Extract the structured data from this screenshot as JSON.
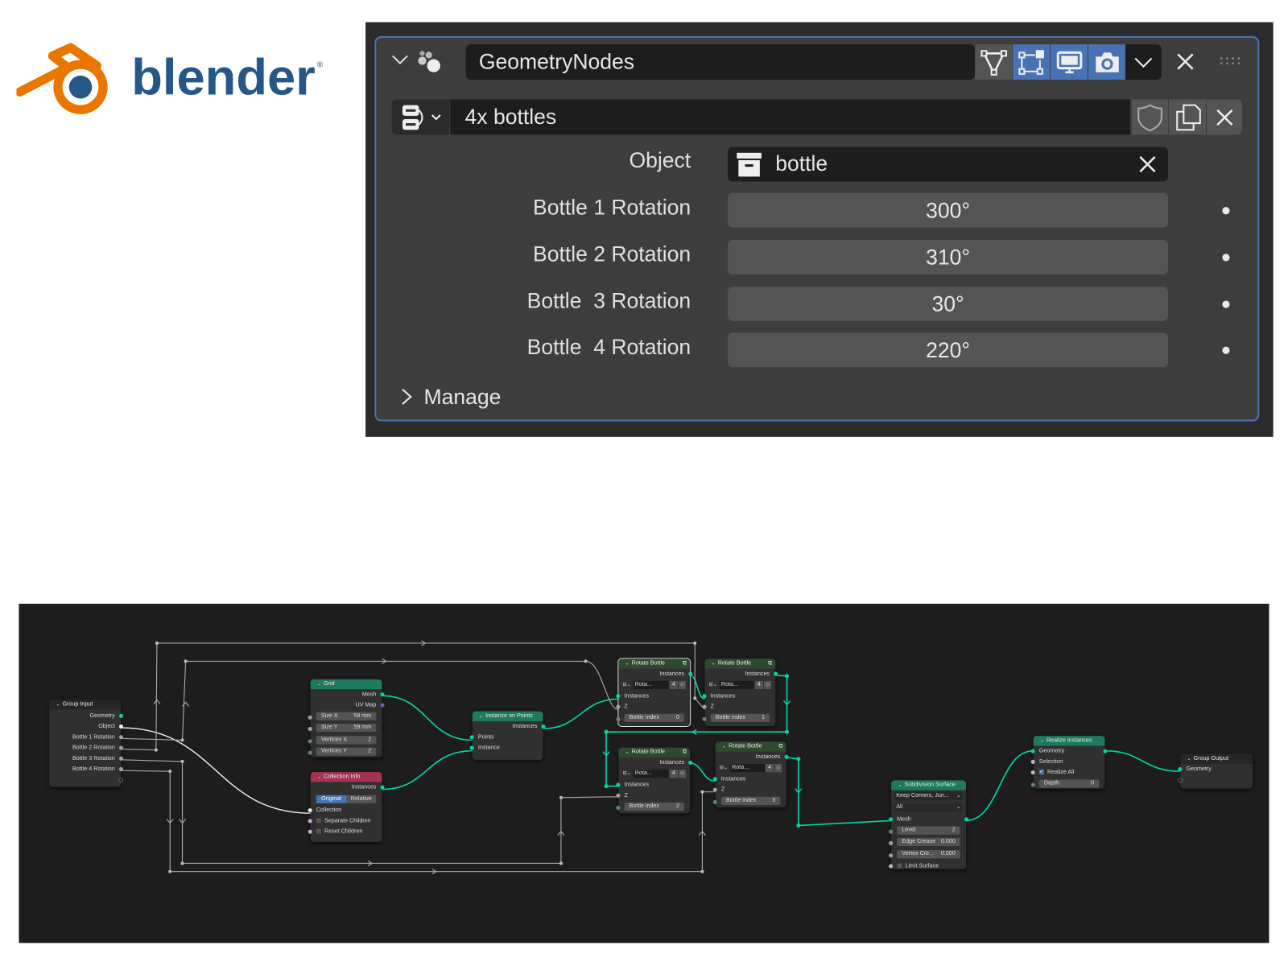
{
  "logo": {
    "text": "blender",
    "registered": "®"
  },
  "modifier_panel": {
    "modifier_name": "GeometryNodes",
    "node_group": "4x bottles",
    "object_input": {
      "label": "Object",
      "value": "bottle"
    },
    "rotations": [
      {
        "label": "Bottle 1 Rotation",
        "value": "300°"
      },
      {
        "label": "Bottle 2 Rotation",
        "value": "310°"
      },
      {
        "label": "Bottle  3 Rotation",
        "value": "30°"
      },
      {
        "label": "Bottle  4 Rotation",
        "value": "220°"
      }
    ],
    "manage_label": "Manage",
    "icons": {
      "edit_mode": "vertex-triangle-icon",
      "cage": "cage-icon",
      "viewport": "monitor-icon",
      "render": "camera-icon"
    }
  },
  "node_editor": {
    "group_input": {
      "title": "Group Input",
      "outputs": [
        "Geometry",
        "Object",
        "Bottle 1 Rotation",
        "Bottle 2 Rotation",
        "Bottle  3 Rotation",
        "Bottle  4 Rotation"
      ]
    },
    "grid": {
      "title": "Grid",
      "outputs": [
        "Mesh",
        "UV Map"
      ],
      "fields": [
        {
          "label": "Size X",
          "value": "59 mm"
        },
        {
          "label": "Size Y",
          "value": "59 mm"
        },
        {
          "label": "Vertices X",
          "value": "2"
        },
        {
          "label": "Vertices Y",
          "value": "2"
        }
      ]
    },
    "collection_info": {
      "title": "Collection Info",
      "output": "Instances",
      "options": [
        "Original",
        "Relative"
      ],
      "input": "Collection",
      "checkboxes": [
        "Separate Children",
        "Reset Children"
      ]
    },
    "instance_on_points": {
      "title": "Instance on Points",
      "output": "Instances",
      "inputs": [
        "Points",
        "Instance"
      ]
    },
    "rotate_bottles": [
      {
        "title": "Rotate Bottle",
        "output": "Instances",
        "group": "Rota...",
        "users": "4",
        "input": "Instances",
        "z": "Z",
        "index_label": "Bottle index",
        "index_value": "0"
      },
      {
        "title": "Rotate Bottle",
        "output": "Instances",
        "group": "Rota...",
        "users": "4",
        "input": "Instances",
        "z": "Z",
        "index_label": "Bottle index",
        "index_value": "1"
      },
      {
        "title": "Rotate Bottle",
        "output": "Instances",
        "group": "Rota...",
        "users": "4",
        "input": "Instances",
        "z": "Z",
        "index_label": "Bottle index",
        "index_value": "2"
      },
      {
        "title": "Rotate Bottle",
        "output": "Instances",
        "group": "Rota...",
        "users": "4",
        "input": "Instances",
        "z": "Z",
        "index_label": "Bottle index",
        "index_value": "3"
      }
    ],
    "subdivision_surface": {
      "title": "Subdivision Surface",
      "dropdowns": [
        "Keep Corners, Jun...",
        "All"
      ],
      "input": "Mesh",
      "fields": [
        {
          "label": "Level",
          "value": "2"
        },
        {
          "label": "Edge Crease",
          "value": "0.000"
        },
        {
          "label": "Vertex Cre...",
          "value": "0.000"
        }
      ],
      "checkbox": "Limit Surface"
    },
    "realize_instances": {
      "title": "Realize Instances",
      "input": "Geometry",
      "selection": "Selection",
      "checkbox": "Realize All",
      "depth_label": "Depth",
      "depth_value": "0"
    },
    "group_output": {
      "title": "Group Output",
      "input": "Geometry"
    }
  },
  "colors": {
    "accent": "#4772b3",
    "geometry_socket": "#00d6a3",
    "logo_orange": "#ea7600",
    "logo_blue": "#265787"
  }
}
